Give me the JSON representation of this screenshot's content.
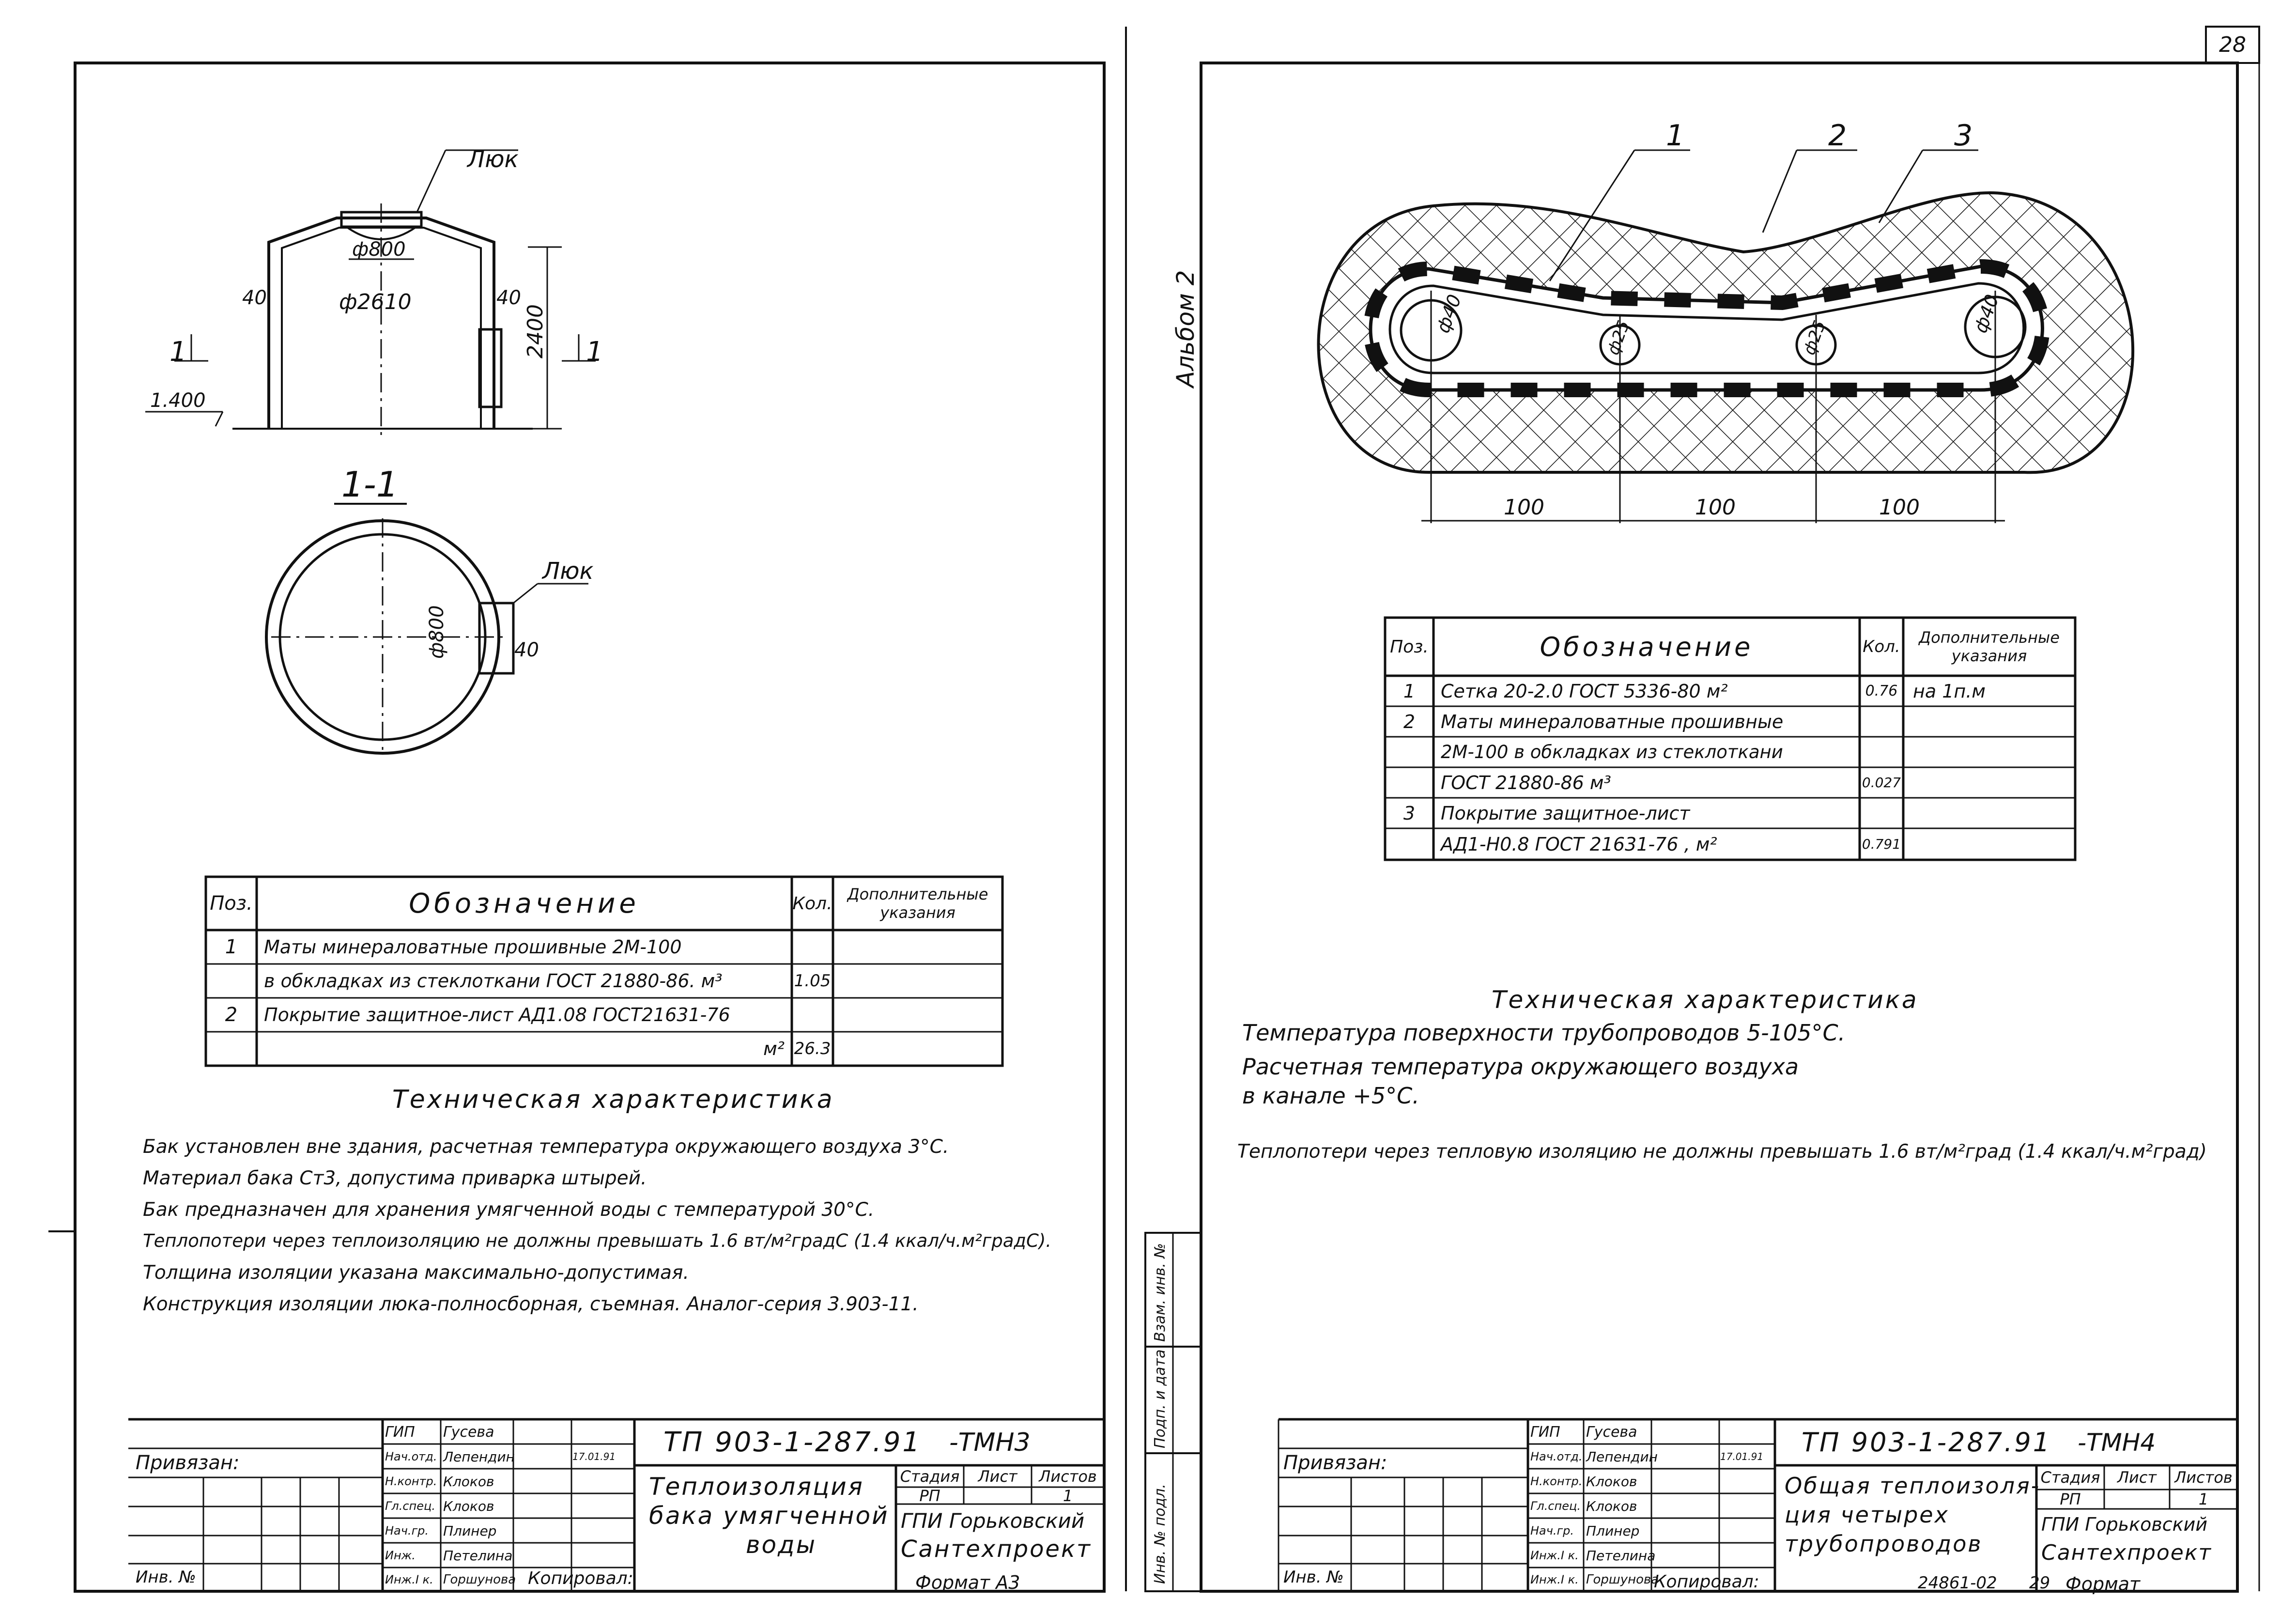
{
  "page_number": "28",
  "album_label": "Альбом 2",
  "left": {
    "top_view": {
      "hatch_label": "Люк",
      "dim_hatch": "ф800",
      "dim_tank": "ф2610",
      "wall_left": "40",
      "wall_right": "40",
      "height": "2400",
      "elevation": "1.400",
      "section_mark": "1",
      "section_mark_right": "1"
    },
    "section": {
      "title": "1-1",
      "hatch_label": "Люк",
      "dim_hatch": "ф800",
      "wall": "40"
    },
    "spec": {
      "headers": {
        "pos": "Поз.",
        "name": "Обозначение",
        "qty": "Кол.",
        "notes": "Дополнительные указания"
      },
      "rows": [
        {
          "pos": "1",
          "name": "Маты минераловатные прошивные 2М-100",
          "qty": "",
          "notes": ""
        },
        {
          "pos": "",
          "name": "в обкладках из стеклоткани ГОСТ 21880-86. м³",
          "qty": "1.05",
          "notes": ""
        },
        {
          "pos": "2",
          "name": "Покрытие защитное-лист АД1.08 ГОСТ21631-76",
          "qty": "",
          "notes": ""
        },
        {
          "pos": "",
          "name": "м²",
          "qty": "26.3",
          "notes": ""
        }
      ]
    },
    "tech": {
      "title": "Техническая характеристика",
      "lines": [
        "Бак установлен вне здания, расчетная температура окружающего воздуха 3°С.",
        "Материал бака Ст3, допустима приварка штырей.",
        "Бак предназначен для хранения умягченной воды с температурой 30°С.",
        "Теплопотери через теплоизоляцию не должны превышать 1.6 вт/м²градС (1.4 ккал/ч.м²градС).",
        "Толщина изоляции указана максимально-допустимая.",
        "Конструкция изоляции люка-полносборная, съемная. Аналог-серия 3.903-11."
      ]
    },
    "stamp": {
      "code": "ТП 903-1-287.91",
      "suffix": "-ТМН3",
      "title_lines": [
        "Теплоизоляция",
        "бака умягченной",
        "воды"
      ],
      "bound": "Привязан:",
      "inv": "Инв. №",
      "roles": [
        "ГИП",
        "Нач.отд.",
        "Н.контр.",
        "Гл.спец.",
        "Нач.гр.",
        "Инж.",
        "Инж.I к."
      ],
      "names": [
        "Гусева",
        "Лепендин",
        "Клоков",
        "Клоков",
        "Плинер",
        "Петелина",
        "Горшунова"
      ],
      "date": "17.01.91",
      "stage_headers": [
        "Стадия",
        "Лист",
        "Листов"
      ],
      "stage_values": [
        "РП",
        "",
        "1"
      ],
      "org_lines": [
        "ГПИ Горьковский",
        "Сантехпроект"
      ],
      "copied": "Копировал:",
      "format": "Формат А3"
    }
  },
  "right": {
    "leaders": [
      "1",
      "2",
      "3"
    ],
    "pipe_labels": [
      "ф40",
      "ф25",
      "ф25",
      "ф40"
    ],
    "dims": [
      "100",
      "100",
      "100"
    ],
    "spec": {
      "headers": {
        "pos": "Поз.",
        "name": "Обозначение",
        "qty": "Кол.",
        "notes": "Дополнительные указания"
      },
      "rows": [
        {
          "pos": "1",
          "name": "Сетка 20-2.0 ГОСТ 5336-80 м²",
          "qty": "0.76",
          "notes": "на 1п.м"
        },
        {
          "pos": "2",
          "name": "Маты минераловатные прошивные",
          "qty": "",
          "notes": ""
        },
        {
          "pos": "",
          "name": "2М-100 в обкладках из стеклоткани",
          "qty": "",
          "notes": ""
        },
        {
          "pos": "",
          "name": "ГОСТ 21880-86 м³",
          "qty": "0.027",
          "notes": ""
        },
        {
          "pos": "3",
          "name": "Покрытие защитное-лист",
          "qty": "",
          "notes": ""
        },
        {
          "pos": "",
          "name": "АД1-Н0.8 ГОСТ 21631-76 , м²",
          "qty": "0.791",
          "notes": ""
        }
      ]
    },
    "tech": {
      "title": "Техническая характеристика",
      "lines": [
        "Температура поверхности трубопроводов 5-105°С.",
        "Расчетная температура окружающего воздуха",
        "в канале +5°С.",
        "Теплопотери через тепловую изоляцию не должны превышать 1.6 вт/м²град (1.4 ккал/ч.м²град)"
      ]
    },
    "side_labels": [
      "Инв. № подл.",
      "Подп. и дата",
      "Взам. инв. №"
    ],
    "stamp": {
      "code": "ТП 903-1-287.91",
      "suffix": "-ТМН4",
      "title_lines": [
        "Общая теплоизоля-",
        "ция четырех",
        "трубопроводов"
      ],
      "bound": "Привязан:",
      "inv": "Инв. №",
      "roles": [
        "ГИП",
        "Нач.отд.",
        "Н.контр.",
        "Гл.спец.",
        "Нач.гр.",
        "Инж.I к.",
        "Инж.I к."
      ],
      "names": [
        "Гусева",
        "Лепендин",
        "Клоков",
        "Клоков",
        "Плинер",
        "Петелина",
        "Горшунова"
      ],
      "date": "17.01.91",
      "stage_headers": [
        "Стадия",
        "Лист",
        "Листов"
      ],
      "stage_values": [
        "РП",
        "",
        "1"
      ],
      "org_lines": [
        "ГПИ Горьковский",
        "Сантехпроект"
      ],
      "copied": "Копировал:",
      "number": "24861-02",
      "sheet": "29",
      "format": "Формат"
    }
  }
}
